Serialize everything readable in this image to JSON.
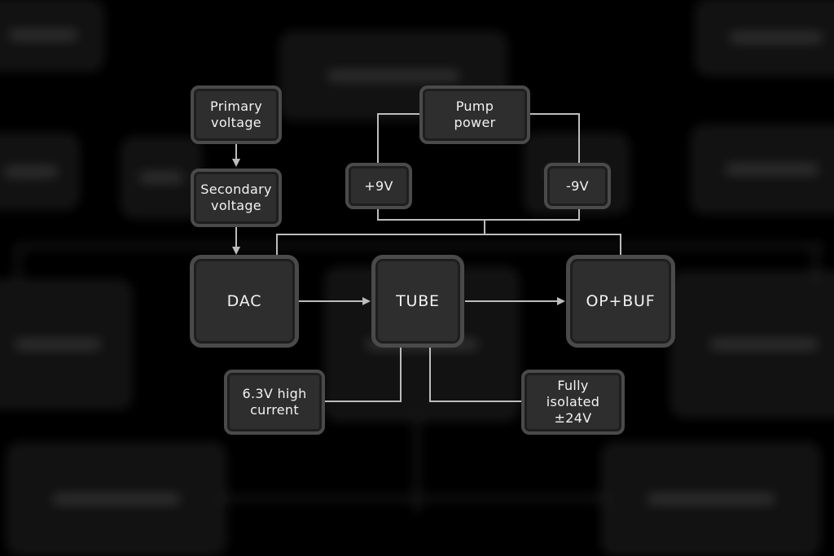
{
  "diagram": {
    "title": "",
    "nodes": [
      {
        "id": "primary",
        "label": "Primary\nvoltage"
      },
      {
        "id": "secondary",
        "label": "Secondary\nvoltage"
      },
      {
        "id": "pump",
        "label": "Pump\npower"
      },
      {
        "id": "plus9",
        "label": "+9V"
      },
      {
        "id": "minus9",
        "label": "-9V"
      },
      {
        "id": "dac",
        "label": "DAC"
      },
      {
        "id": "tube",
        "label": "TUBE"
      },
      {
        "id": "opbuf",
        "label": "OP+BUF"
      },
      {
        "id": "heater",
        "label": "6.3V high\ncurrent"
      },
      {
        "id": "isolated",
        "label": "Fully\nisolated\n±24V"
      }
    ],
    "edges": [
      {
        "from": "primary",
        "to": "secondary",
        "arrow": true
      },
      {
        "from": "secondary",
        "to": "dac",
        "arrow": true
      },
      {
        "from": "pump",
        "to": "plus9",
        "arrow": false
      },
      {
        "from": "pump",
        "to": "minus9",
        "arrow": false
      },
      {
        "from": "plus9",
        "to": "dac",
        "arrow": false
      },
      {
        "from": "minus9",
        "to": "opbuf",
        "arrow": false
      },
      {
        "from": "dac",
        "to": "tube",
        "arrow": true
      },
      {
        "from": "tube",
        "to": "opbuf",
        "arrow": true
      },
      {
        "from": "tube",
        "to": "heater",
        "arrow": false
      },
      {
        "from": "tube",
        "to": "isolated",
        "arrow": false
      }
    ]
  },
  "colors": {
    "background": "#000000",
    "node_fill": "#2e2e2e",
    "node_border": "#4a4a4a",
    "wire": "#bdbdbd",
    "text": "#f2f2f2"
  }
}
